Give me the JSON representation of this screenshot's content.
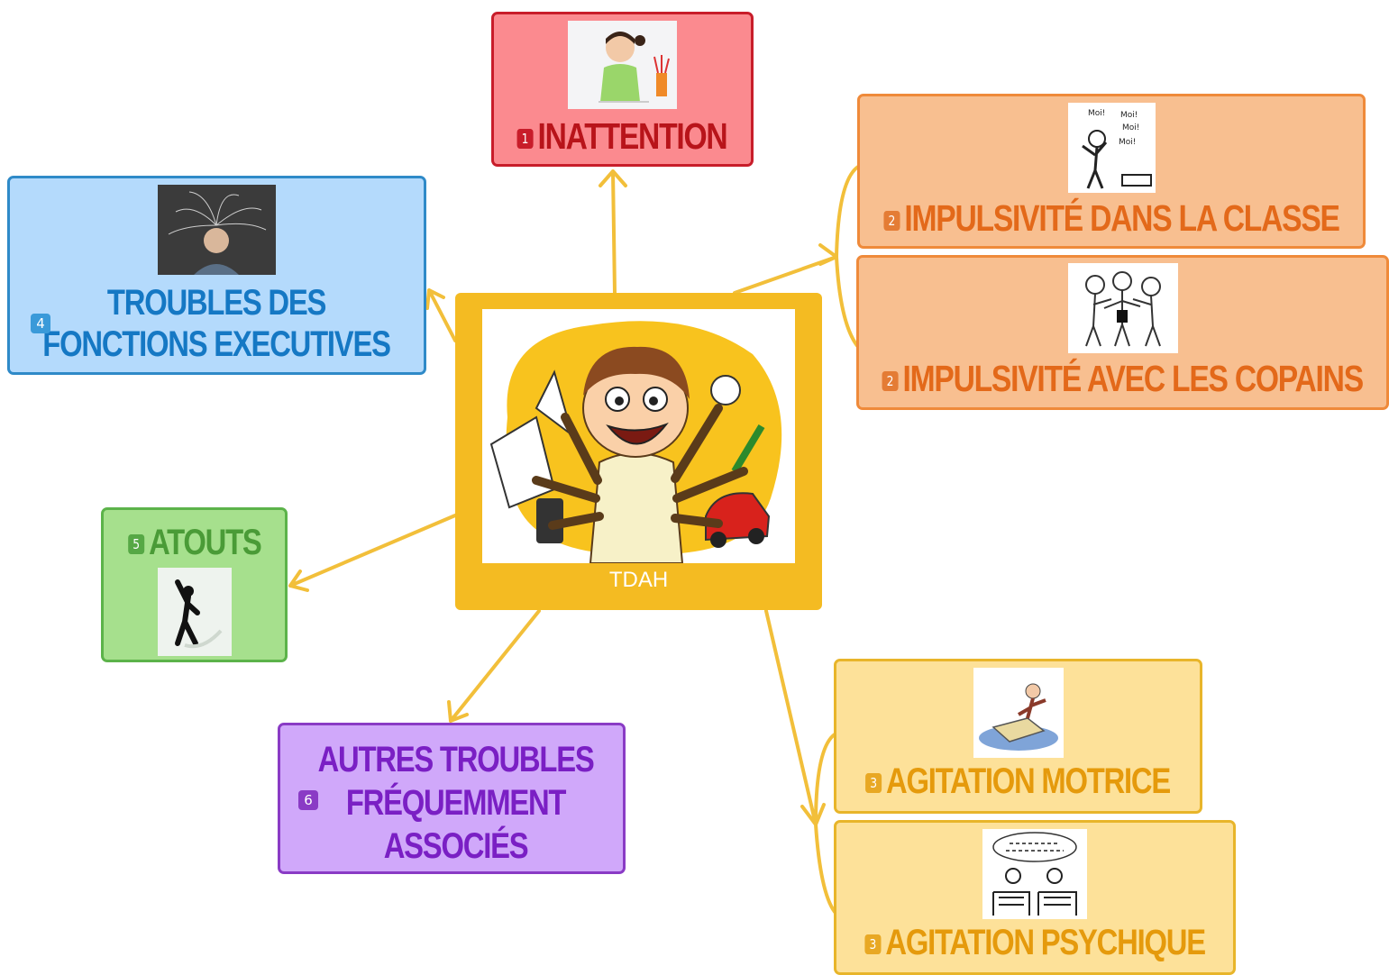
{
  "central": {
    "label": "TDAH",
    "image_icon": "boy-juggling-objects-illustration"
  },
  "colors": {
    "links": "#f2bf3a",
    "inattention": "#fb8a8f",
    "impulsivite": "#f8bf90",
    "executive": "#b4dafc",
    "atouts": "#a6e08d",
    "autres": "#d0a8fa",
    "agitation": "#fde199",
    "center": "#f4bb22"
  },
  "nodes": {
    "inattention": {
      "badge": "1",
      "label": "INATTENTION",
      "image_icon": "girl-thinking-photo"
    },
    "impulsivite_classe": {
      "badge": "2",
      "label": "IMPULSIVITÉ DANS LA CLASSE",
      "image_icon": "child-shouting-moi-cartoon"
    },
    "impulsivite_copains": {
      "badge": "2",
      "label": "IMPULSIVITÉ AVEC LES COPAINS",
      "image_icon": "children-fighting-cartoon"
    },
    "fonctions_executives": {
      "badge": "4",
      "line1": "TROUBLES DES",
      "line2": "FONCTIONS EXECUTIVES",
      "image_icon": "child-with-chalk-scribbles-photo"
    },
    "atouts": {
      "badge": "5",
      "label": "ATOUTS",
      "image_icon": "businessman-victory-figure"
    },
    "autres_troubles": {
      "badge": "6",
      "line1": "AUTRES TROUBLES",
      "line2": "FRÉQUEMMENT",
      "line3": "ASSOCIÉS"
    },
    "agitation_motrice": {
      "badge": "3",
      "label": "AGITATION MOTRICE",
      "image_icon": "child-fidgeting-at-desk-cartoon"
    },
    "agitation_psychique": {
      "badge": "3",
      "label": "AGITATION PSYCHIQUE",
      "image_icon": "pupils-at-desk-speech-bubble-cartoon"
    }
  }
}
